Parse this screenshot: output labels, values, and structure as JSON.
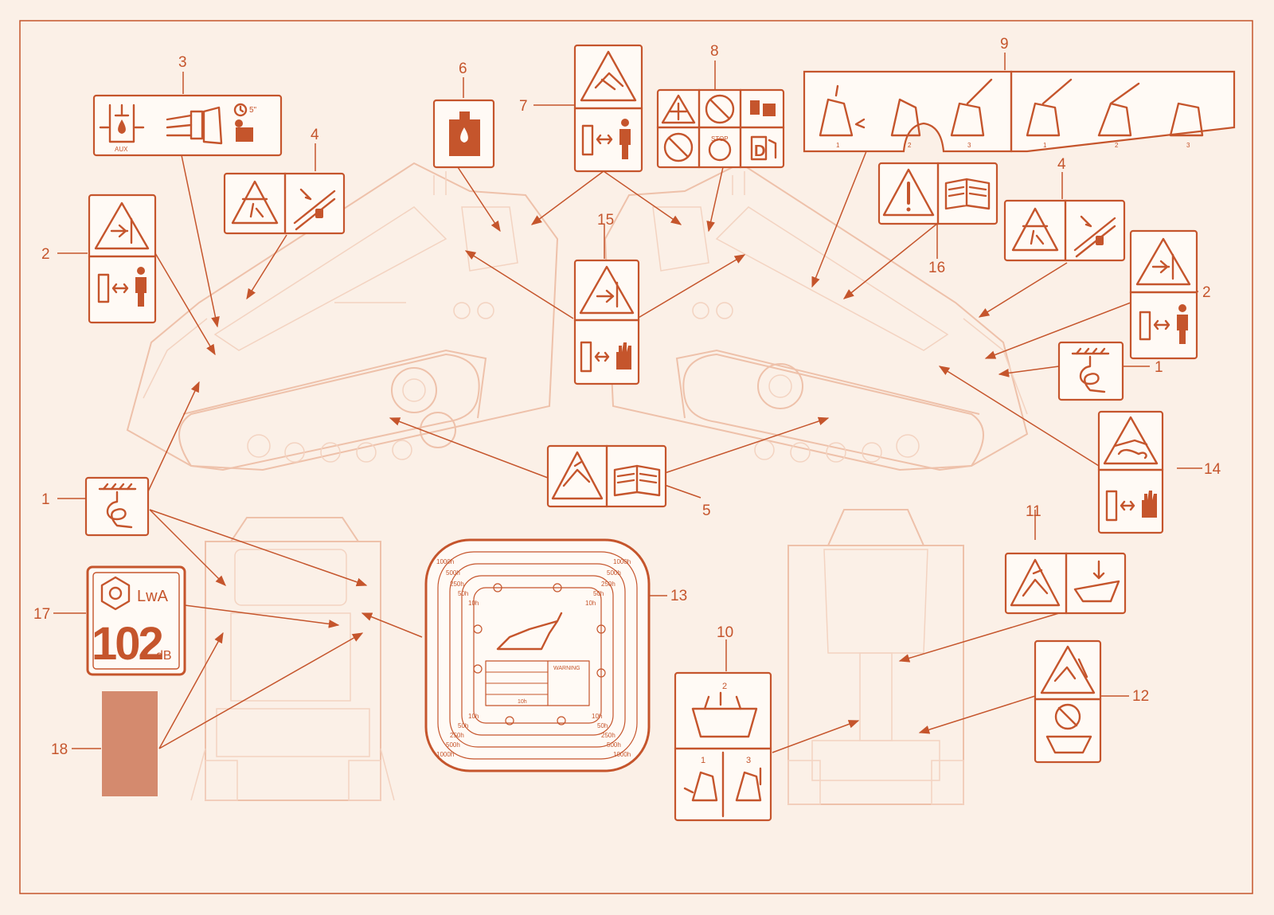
{
  "colors": {
    "accent": "#c5552c",
    "ghost": "#eec1aa",
    "background": "#fbf0e7",
    "swatch": "#d48a6e"
  },
  "callouts": [
    {
      "id": "c1a",
      "label": "1"
    },
    {
      "id": "c1b",
      "label": "1"
    },
    {
      "id": "c2a",
      "label": "2"
    },
    {
      "id": "c2b",
      "label": "2"
    },
    {
      "id": "c3",
      "label": "3"
    },
    {
      "id": "c4a",
      "label": "4"
    },
    {
      "id": "c4b",
      "label": "4"
    },
    {
      "id": "c5",
      "label": "5"
    },
    {
      "id": "c6",
      "label": "6"
    },
    {
      "id": "c7",
      "label": "7"
    },
    {
      "id": "c8",
      "label": "8"
    },
    {
      "id": "c9",
      "label": "9"
    },
    {
      "id": "c10",
      "label": "10"
    },
    {
      "id": "c11",
      "label": "11"
    },
    {
      "id": "c12",
      "label": "12"
    },
    {
      "id": "c13",
      "label": "13"
    },
    {
      "id": "c14",
      "label": "14"
    },
    {
      "id": "c15",
      "label": "15"
    },
    {
      "id": "c16",
      "label": "16"
    },
    {
      "id": "c17",
      "label": "17"
    },
    {
      "id": "c18",
      "label": "18"
    }
  ],
  "decal_text": {
    "aux": "AUX",
    "timer": "5\"",
    "stop": "STOP",
    "fuel": "D",
    "noise_value": "102",
    "noise_unit": "dB",
    "noise_label": "LwA",
    "hours_1000": "1000h",
    "hours_500": "500h",
    "hours_250": "250h",
    "hours_50": "50h",
    "hours_10": "10h",
    "warning": "WARNING",
    "step_1": "1",
    "step_2": "2",
    "step_3": "3"
  }
}
